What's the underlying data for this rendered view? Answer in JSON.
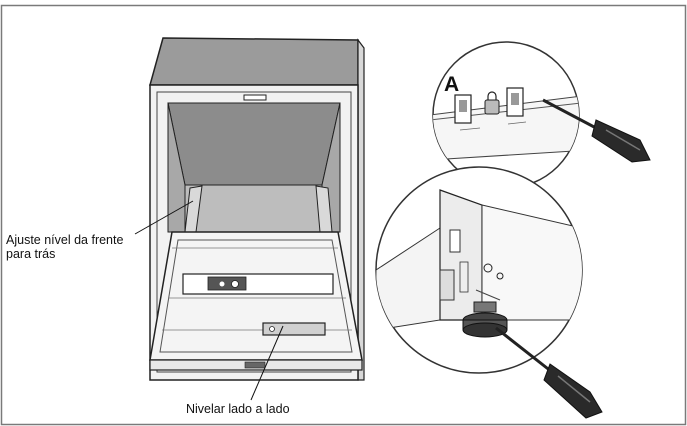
{
  "labels": {
    "front_back": [
      "Ajuste nível da frente",
      "para trás"
    ],
    "side_to_side": "Nivelar lado a lado",
    "callout_a": "A"
  },
  "colors": {
    "frame": "#7a7a7a",
    "cabinet_top": "#9b9b9b",
    "cavity": "#8c8c8c",
    "outline": "#222222",
    "door_fill": "#f4f4f4",
    "panel": "#555555",
    "handle": "#2a2a2a"
  }
}
